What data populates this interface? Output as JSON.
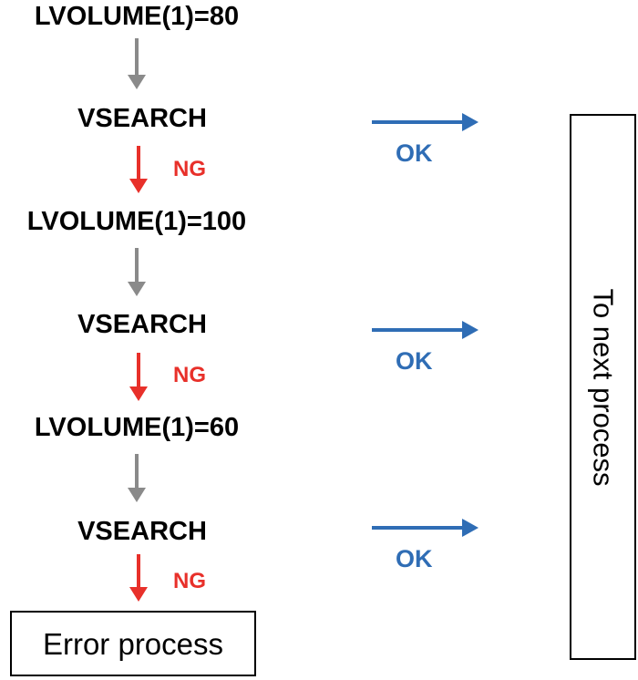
{
  "steps": [
    {
      "volume_label": "LVOLUME(1)=80",
      "search_label": "VSEARCH",
      "ng_label": "NG",
      "ok_label": "OK"
    },
    {
      "volume_label": "LVOLUME(1)=100",
      "search_label": "VSEARCH",
      "ng_label": "NG",
      "ok_label": "OK"
    },
    {
      "volume_label": "LVOLUME(1)=60",
      "search_label": "VSEARCH",
      "ng_label": "NG",
      "ok_label": "OK"
    }
  ],
  "error_box": {
    "label": "Error process"
  },
  "next_box": {
    "label": "To next process"
  },
  "colors": {
    "gray_arrow": "#8a8a8a",
    "red_arrow": "#e8302a",
    "blue_arrow": "#2f6db5",
    "text": "#000000"
  }
}
